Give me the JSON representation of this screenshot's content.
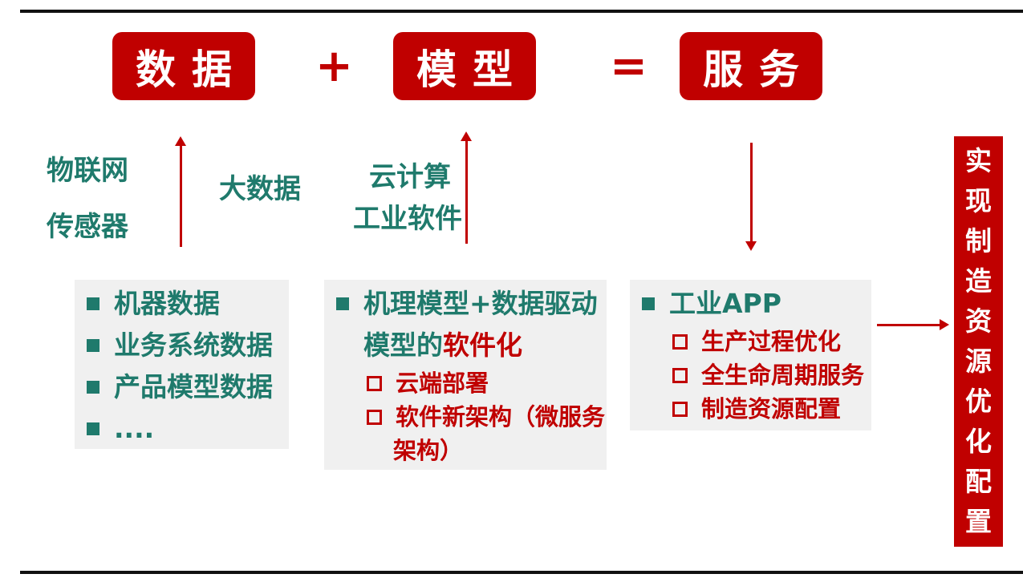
{
  "equation": {
    "box1": "数据",
    "plus": "+",
    "box2": "模型",
    "equals": "=",
    "box3": "服务"
  },
  "inputs": {
    "iot": "物联网",
    "sensor": "传感器",
    "bigdata": "大数据",
    "cloud": "云计算",
    "software": "工业软件"
  },
  "data_panel": {
    "items": [
      "机器数据",
      "业务系统数据",
      "产品模型数据",
      "...."
    ]
  },
  "model_panel": {
    "line1": "机理模型+数据驱动",
    "line2_plain": "模型的",
    "line2_red": "软件化",
    "subs": [
      "云端部署",
      "软件新架构（微服务",
      "架构）"
    ]
  },
  "service_panel": {
    "title": "工业APP",
    "subs": [
      "生产过程优化",
      "全生命周期服务",
      "制造资源配置"
    ]
  },
  "result": {
    "chars": [
      "实",
      "现",
      "制",
      "造",
      "资",
      "源",
      "优",
      "化",
      "配",
      "置"
    ]
  },
  "colors": {
    "red": "#c00000",
    "green": "#1f7a6c",
    "panel_bg": "#f0f0f0"
  }
}
